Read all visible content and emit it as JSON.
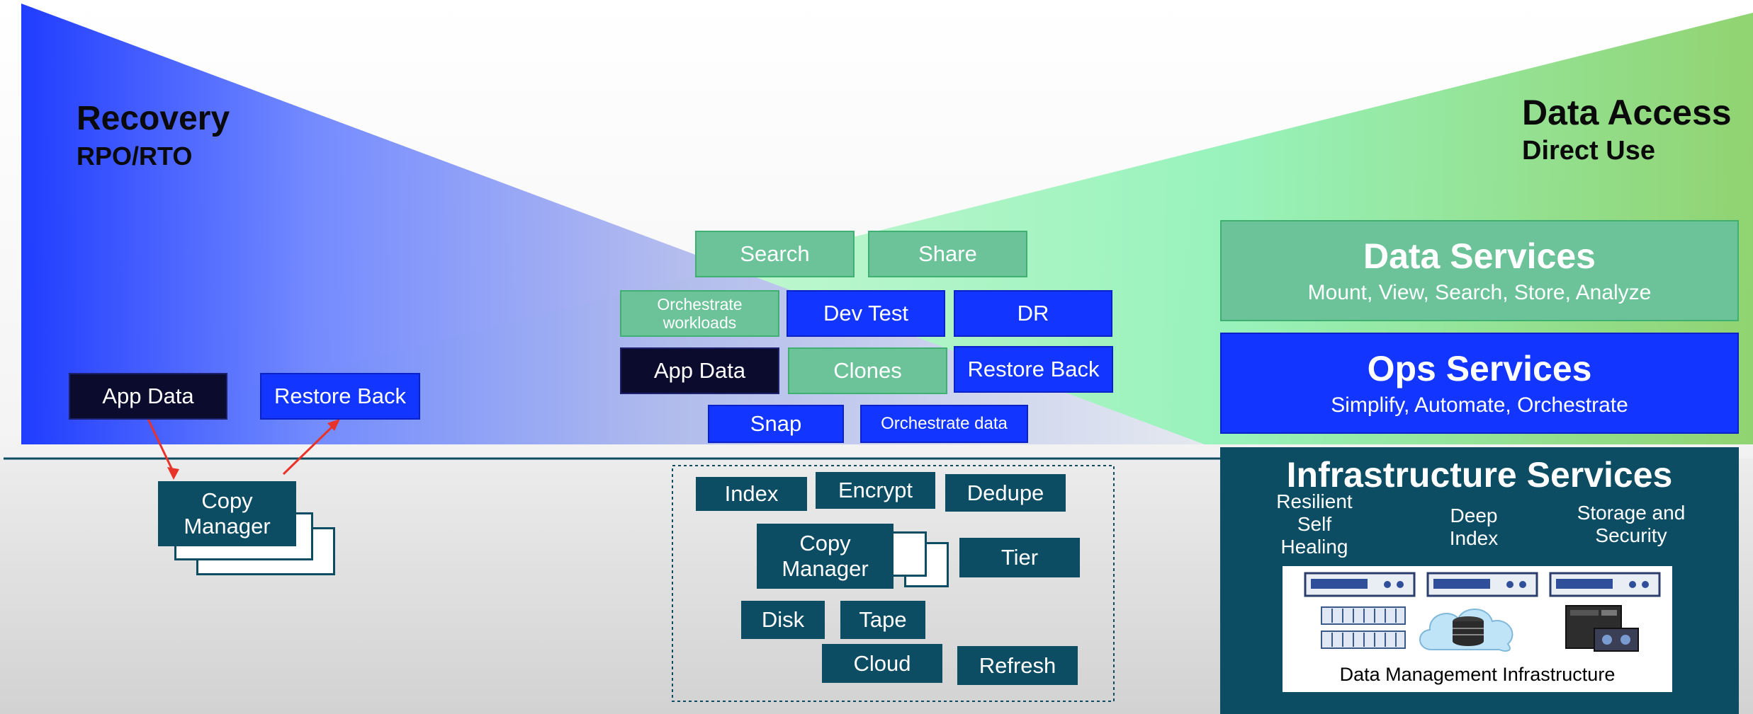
{
  "left_heading": {
    "title": "Recovery",
    "subtitle": "RPO/RTO"
  },
  "right_heading": {
    "title": "Data Access",
    "subtitle": "Direct Use"
  },
  "left_flow": {
    "app_data": "App Data",
    "restore_back": "Restore Back",
    "copy_manager_line1": "Copy",
    "copy_manager_line2": "Manager"
  },
  "center_top": {
    "search": "Search",
    "share": "Share",
    "orchestrate_workloads_line1": "Orchestrate",
    "orchestrate_workloads_line2": "workloads",
    "dev_test": "Dev Test",
    "dr": "DR",
    "app_data": "App Data",
    "clones": "Clones",
    "restore_back": "Restore Back",
    "snap": "Snap",
    "orchestrate_data": "Orchestrate data"
  },
  "center_bottom": {
    "index": "Index",
    "encrypt": "Encrypt",
    "dedupe": "Dedupe",
    "copy_manager_line1": "Copy",
    "copy_manager_line2": "Manager",
    "tier": "Tier",
    "disk": "Disk",
    "tape": "Tape",
    "cloud": "Cloud",
    "refresh": "Refresh"
  },
  "data_services": {
    "title": "Data Services",
    "subtitle": "Mount, View, Search, Store, Analyze"
  },
  "ops_services": {
    "title": "Ops Services",
    "subtitle": "Simplify, Automate, Orchestrate"
  },
  "infra_services": {
    "title": "Infrastructure Services",
    "col1_line1": "Resilient",
    "col1_line2": "Self Healing",
    "col2_line1": "Deep",
    "col2_line2": "Index",
    "col3_line1": "Storage and",
    "col3_line2": "Security",
    "caption": "Data Management Infrastructure"
  },
  "colors": {
    "blue": "#1235ff",
    "navy": "#0b0b2e",
    "teal": "#6cc39a",
    "dark_teal": "#0d4d63",
    "green": "#9bd26a",
    "arrow_red": "#e8332a"
  }
}
